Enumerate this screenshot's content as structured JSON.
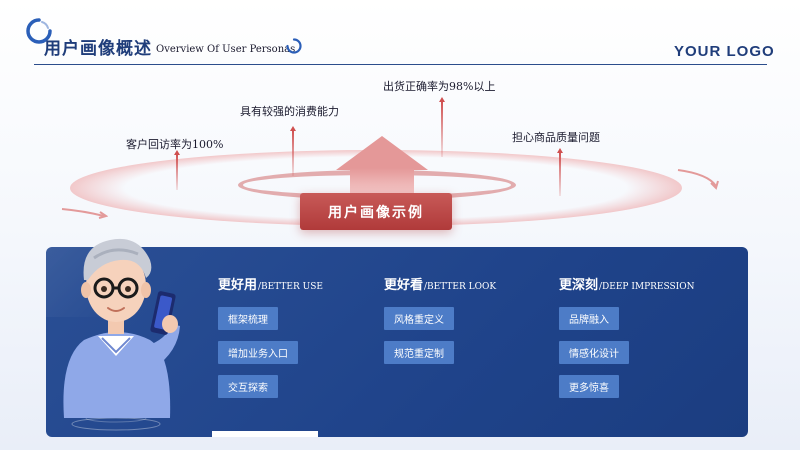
{
  "header": {
    "title_cn": "用户画像概述",
    "title_en": "Overview Of User Personas",
    "logo_text": "YOUR LOGO"
  },
  "diagram": {
    "center_label": "用户画像示例",
    "annotations": [
      "客户回访率为100%",
      "具有较强的消费能力",
      "出货正确率为98%以上",
      "担心商品质量问题"
    ]
  },
  "columns": [
    {
      "title_cn": "更好用",
      "title_en": "/BETTER USE",
      "items": [
        "框架梳理",
        "增加业务入口",
        "交互探索"
      ]
    },
    {
      "title_cn": "更好看",
      "title_en": "/BETTER LOOK",
      "items": [
        "风格重定义",
        "规范重定制"
      ]
    },
    {
      "title_cn": "更深刻",
      "title_en": "/DEEP IMPRESSION",
      "items": [
        "品牌融入",
        "情感化设计",
        "更多惊喜"
      ]
    }
  ],
  "colors": {
    "accent_red": "#b03a3a",
    "panel_blue": "#1f438a",
    "tag_blue": "#4d7cc7",
    "brand_navy": "#1f3d7a"
  }
}
